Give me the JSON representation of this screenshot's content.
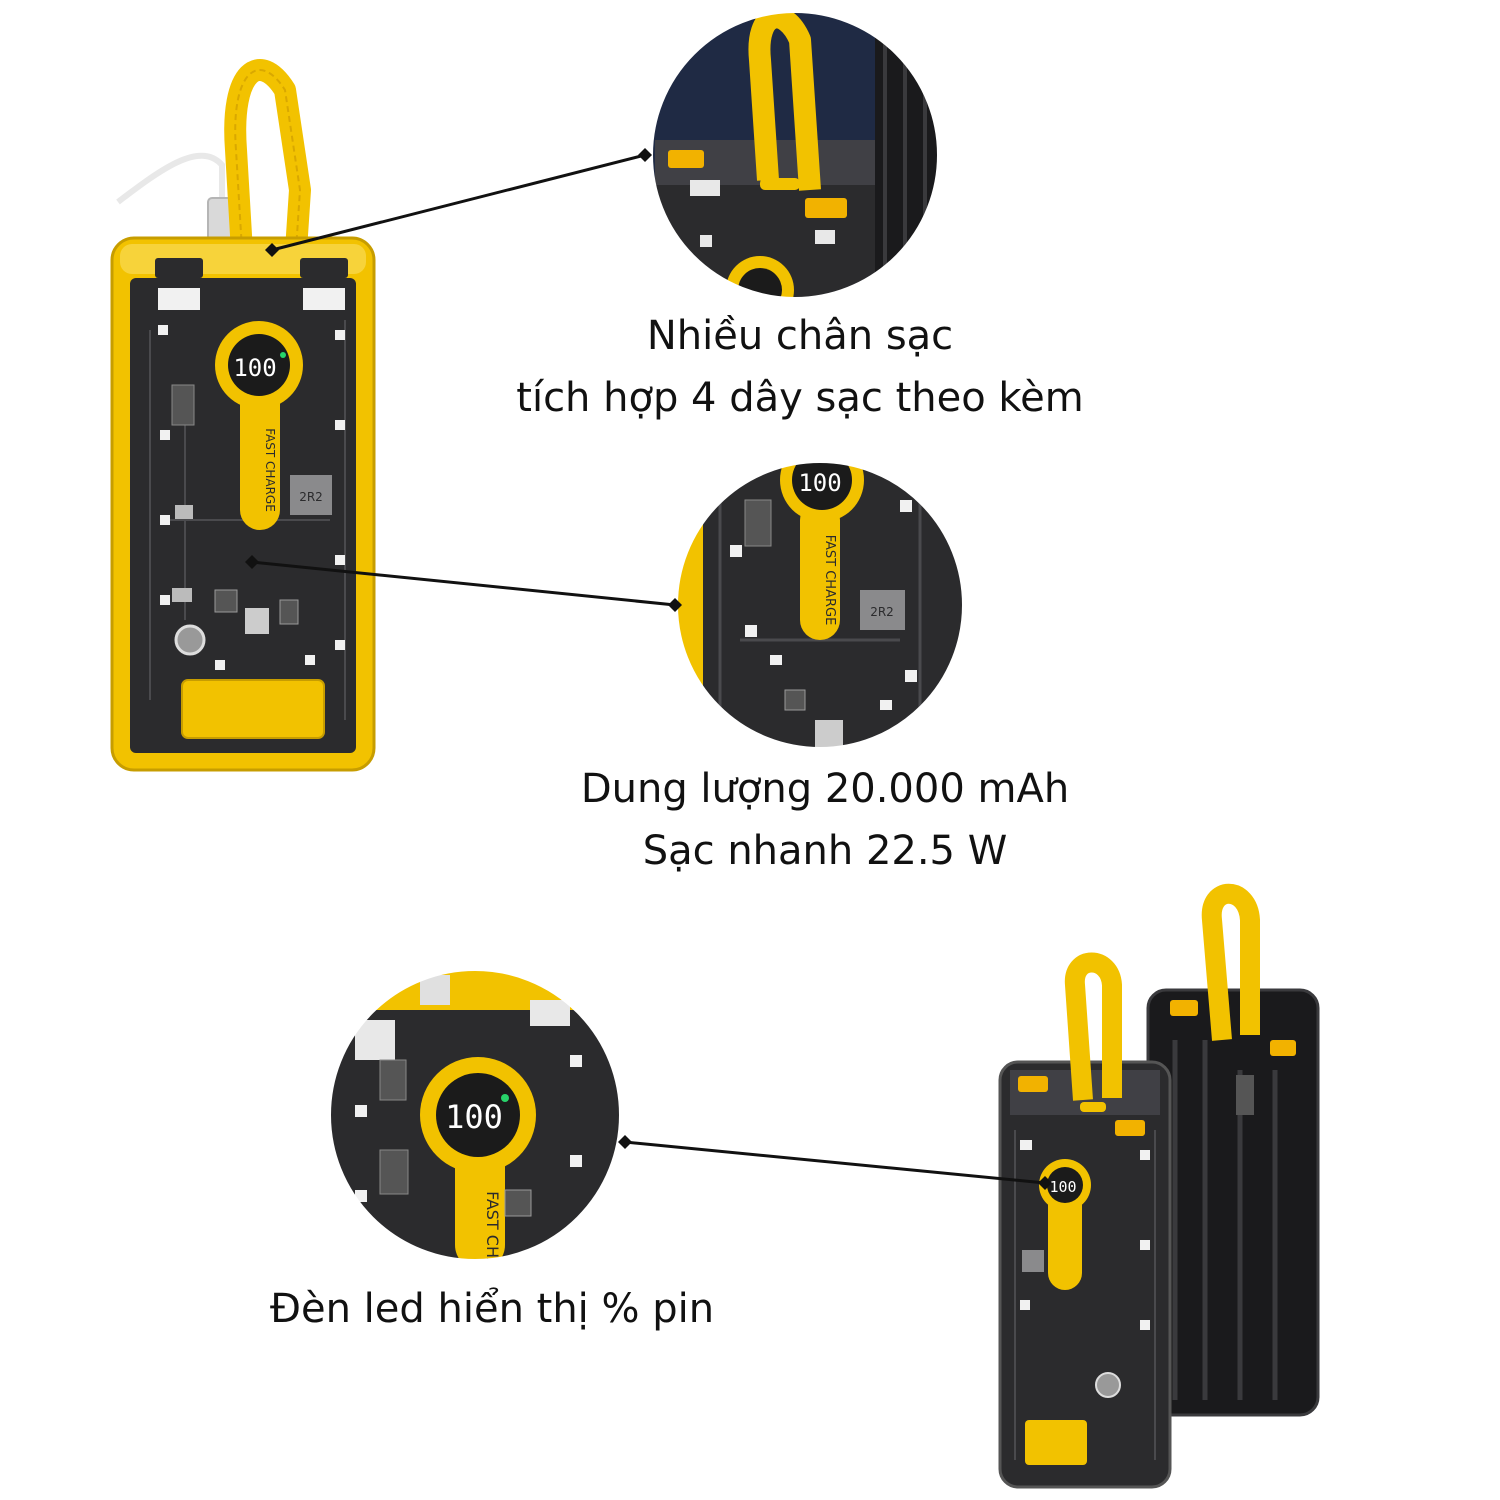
{
  "colors": {
    "accent_yellow": "#f2c200",
    "body_dark": "#2b2b2d",
    "pointer_line": "#111111",
    "text": "#111111",
    "background": "#ffffff"
  },
  "products": {
    "main": {
      "display": "100",
      "badge": "FAST CHARGE",
      "inductor_label": "2R2"
    },
    "zoom_capacity": {
      "display": "100",
      "badge": "FAST CHARGE",
      "inductor_label": "2R2"
    },
    "zoom_led": {
      "display": "100",
      "badge": "FAST CHA"
    },
    "pair": {
      "display": "100"
    }
  },
  "callouts": {
    "ports": {
      "line1": "Nhiều chân sạc",
      "line2": "tích hợp 4 dây sạc theo kèm"
    },
    "capacity": {
      "line1": "Dung lượng 20.000 mAh",
      "line2": "Sạc nhanh 22.5 W"
    },
    "led": {
      "line1": "Đèn led hiển thị % pin"
    }
  }
}
